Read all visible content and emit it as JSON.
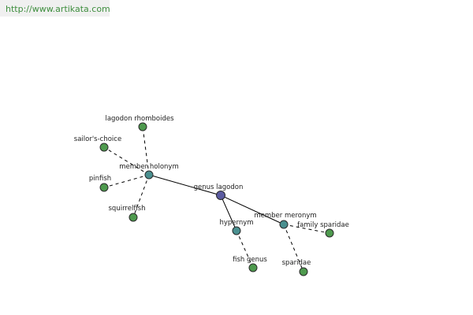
{
  "banner": {
    "url_text": "http://www.artikata.com"
  },
  "colors": {
    "root": "#5a5aa0",
    "relation": "#4a9090",
    "leaf": "#4e9a4e",
    "link": "#000000",
    "banner_text": "#3e8e3e"
  },
  "graph": {
    "nodes": [
      {
        "id": "genus-lagodon",
        "label": "genus lagodon",
        "kind": "root"
      },
      {
        "id": "member-holonym",
        "label": "member holonym",
        "kind": "relation"
      },
      {
        "id": "hypernym",
        "label": "hypernym",
        "kind": "relation"
      },
      {
        "id": "member-meronym",
        "label": "member meronym",
        "kind": "relation"
      },
      {
        "id": "lagodon-rhomboides",
        "label": "lagodon rhomboides",
        "kind": "leaf"
      },
      {
        "id": "sailors-choice",
        "label": "sailor's-choice",
        "kind": "leaf"
      },
      {
        "id": "pinfish",
        "label": "pinfish",
        "kind": "leaf"
      },
      {
        "id": "squirrelfish",
        "label": "squirrelfish",
        "kind": "leaf"
      },
      {
        "id": "fish-genus",
        "label": "fish genus",
        "kind": "leaf"
      },
      {
        "id": "family-sparidae",
        "label": "family sparidae",
        "kind": "leaf"
      },
      {
        "id": "sparidae",
        "label": "sparidae",
        "kind": "leaf"
      }
    ],
    "edges": [
      {
        "from": "genus-lagodon",
        "to": "member-holonym",
        "style": "solid"
      },
      {
        "from": "genus-lagodon",
        "to": "hypernym",
        "style": "solid"
      },
      {
        "from": "genus-lagodon",
        "to": "member-meronym",
        "style": "solid"
      },
      {
        "from": "member-holonym",
        "to": "lagodon-rhomboides",
        "style": "dashed"
      },
      {
        "from": "member-holonym",
        "to": "sailors-choice",
        "style": "dashed"
      },
      {
        "from": "member-holonym",
        "to": "pinfish",
        "style": "dashed"
      },
      {
        "from": "member-holonym",
        "to": "squirrelfish",
        "style": "dashed"
      },
      {
        "from": "hypernym",
        "to": "fish-genus",
        "style": "dashed"
      },
      {
        "from": "member-meronym",
        "to": "family-sparidae",
        "style": "dashed"
      },
      {
        "from": "member-meronym",
        "to": "sparidae",
        "style": "dashed"
      }
    ]
  }
}
